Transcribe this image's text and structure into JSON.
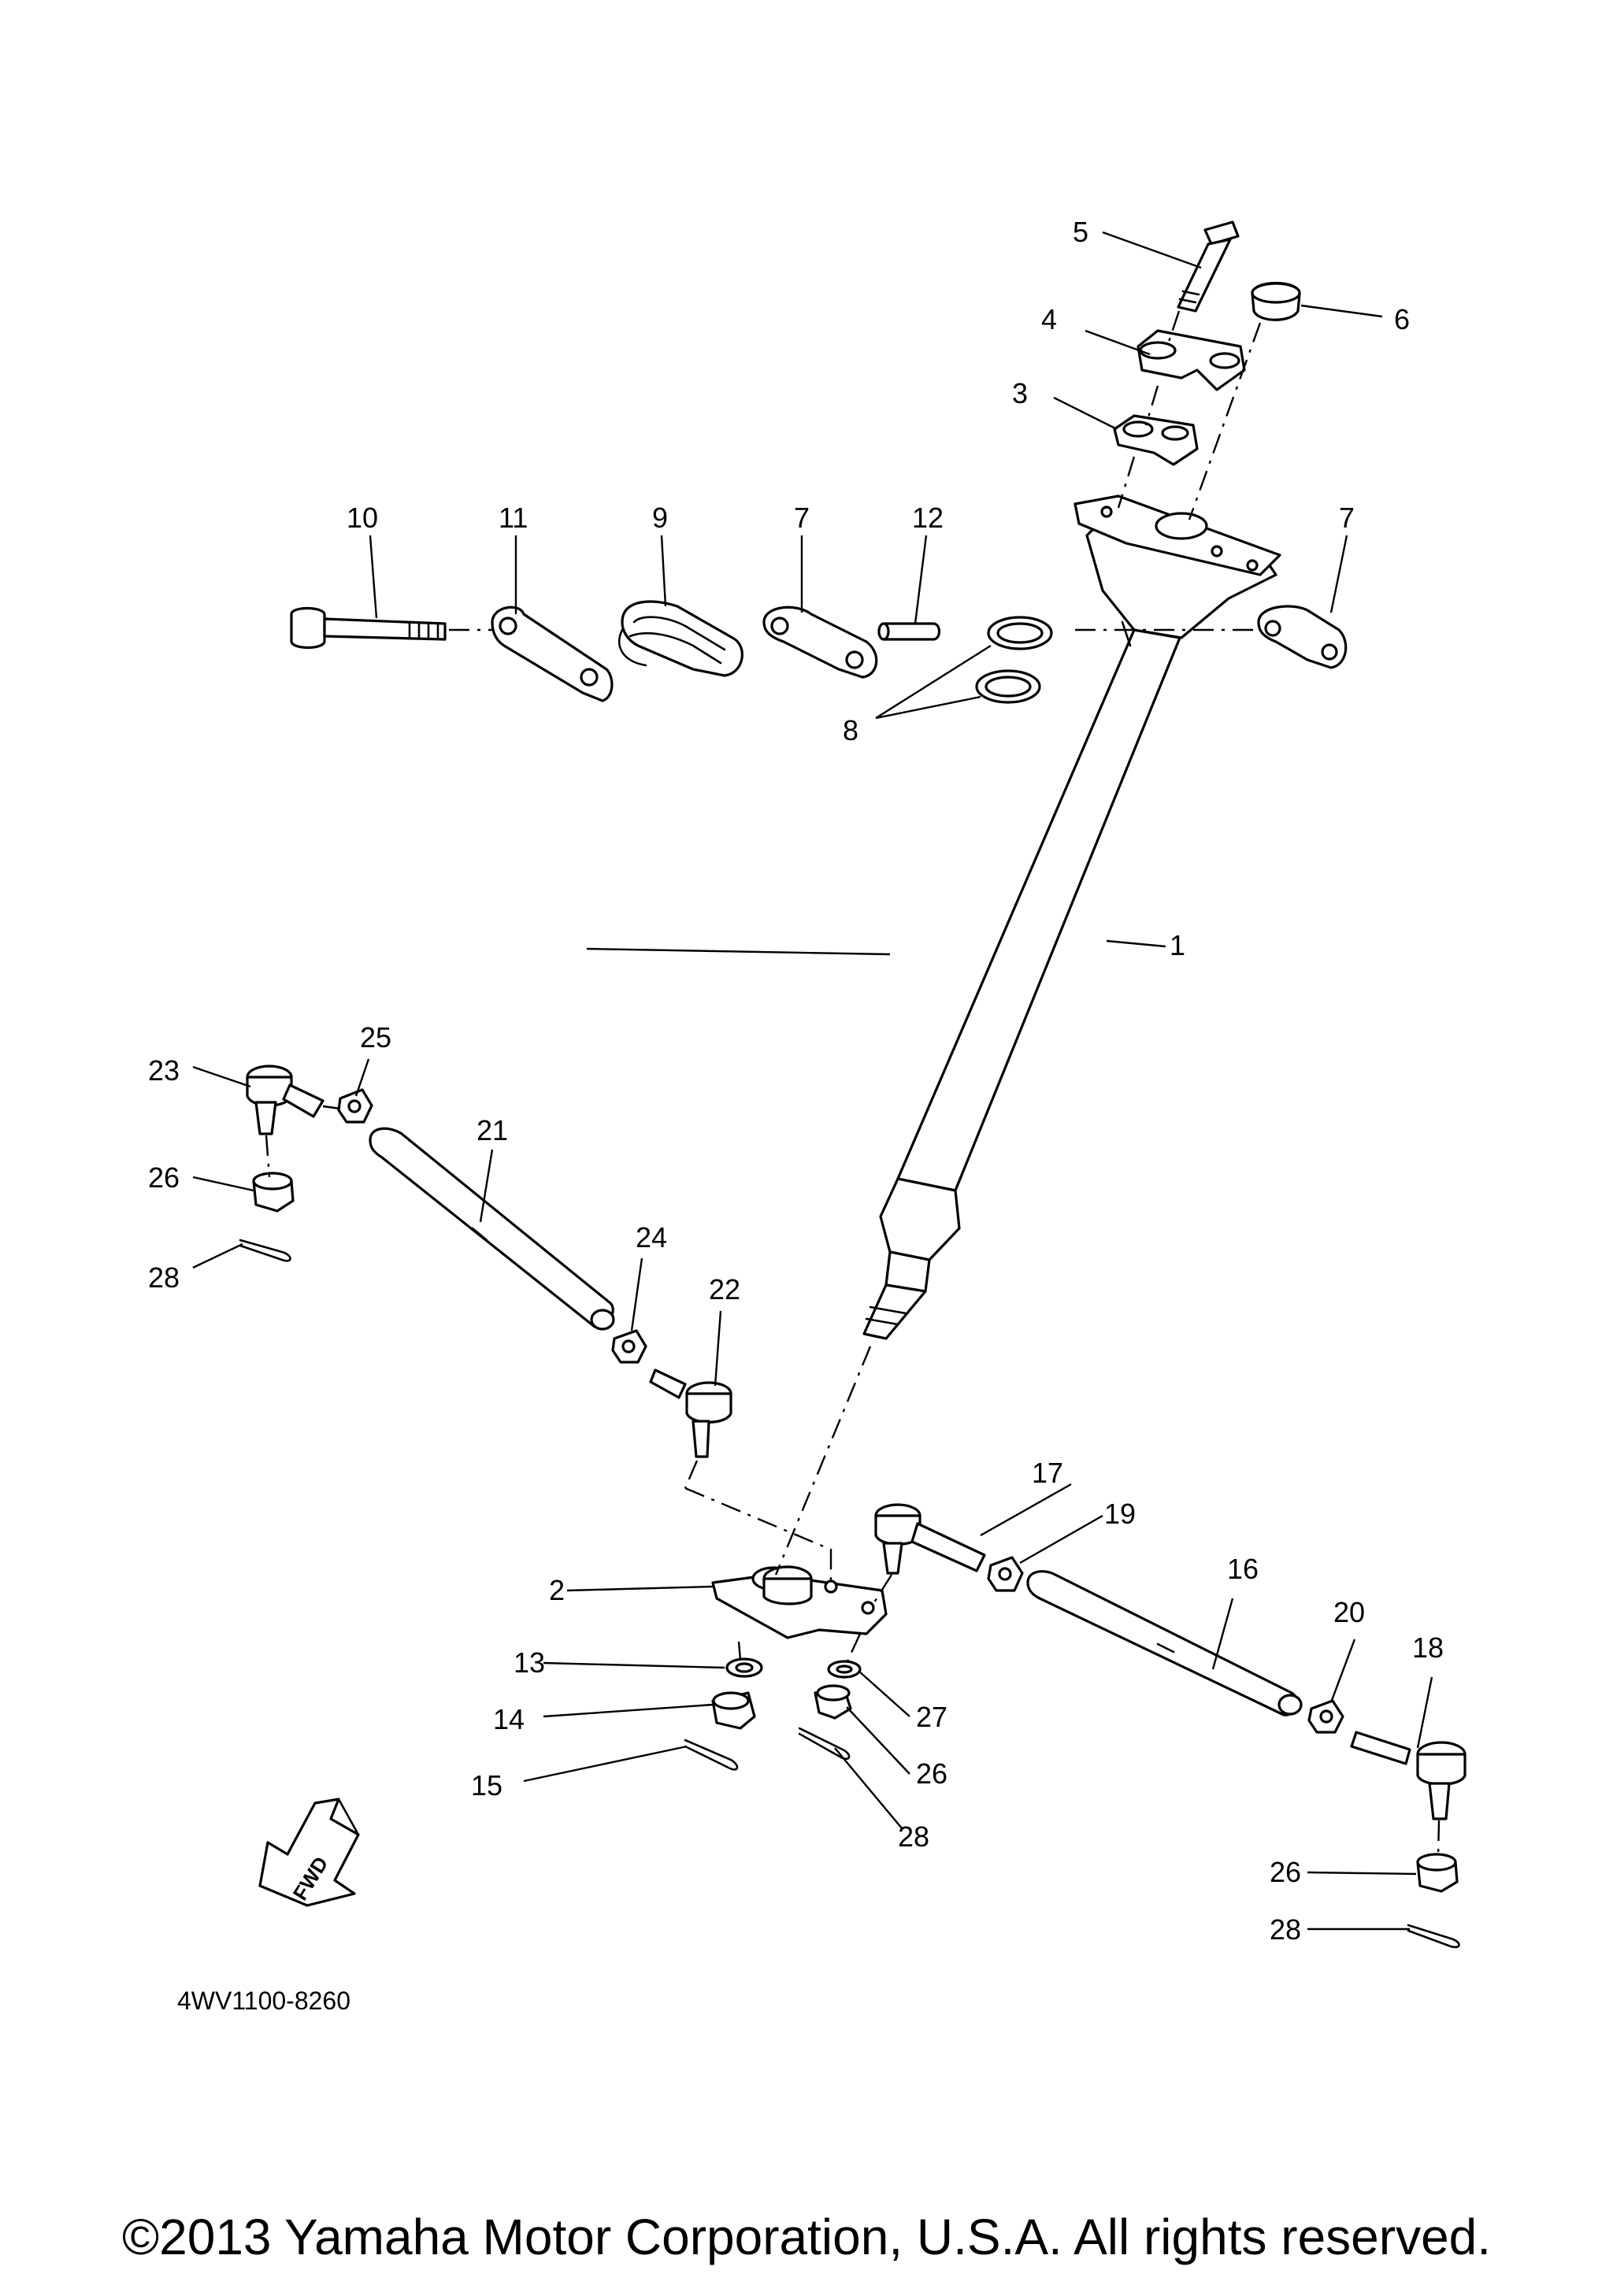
{
  "diagram": {
    "part_code": "4WV1100-8260",
    "direction_badge": "FWD",
    "copyright": "©2013 Yamaha Motor Corporation, U.S.A. All rights reserved.",
    "callouts": {
      "c1": "1",
      "c2": "2",
      "c3": "3",
      "c4": "4",
      "c5": "5",
      "c6": "6",
      "c7a": "7",
      "c7b": "7",
      "c8": "8",
      "c9": "9",
      "c10": "10",
      "c11": "11",
      "c12": "12",
      "c13": "13",
      "c14": "14",
      "c15": "15",
      "c16": "16",
      "c17": "17",
      "c18": "18",
      "c19": "19",
      "c20": "20",
      "c21": "21",
      "c22": "22",
      "c23": "23",
      "c24": "24",
      "c25": "25",
      "c26a": "26",
      "c26b": "26",
      "c26c": "26",
      "c27": "27",
      "c28a": "28",
      "c28b": "28",
      "c28c": "28"
    }
  }
}
